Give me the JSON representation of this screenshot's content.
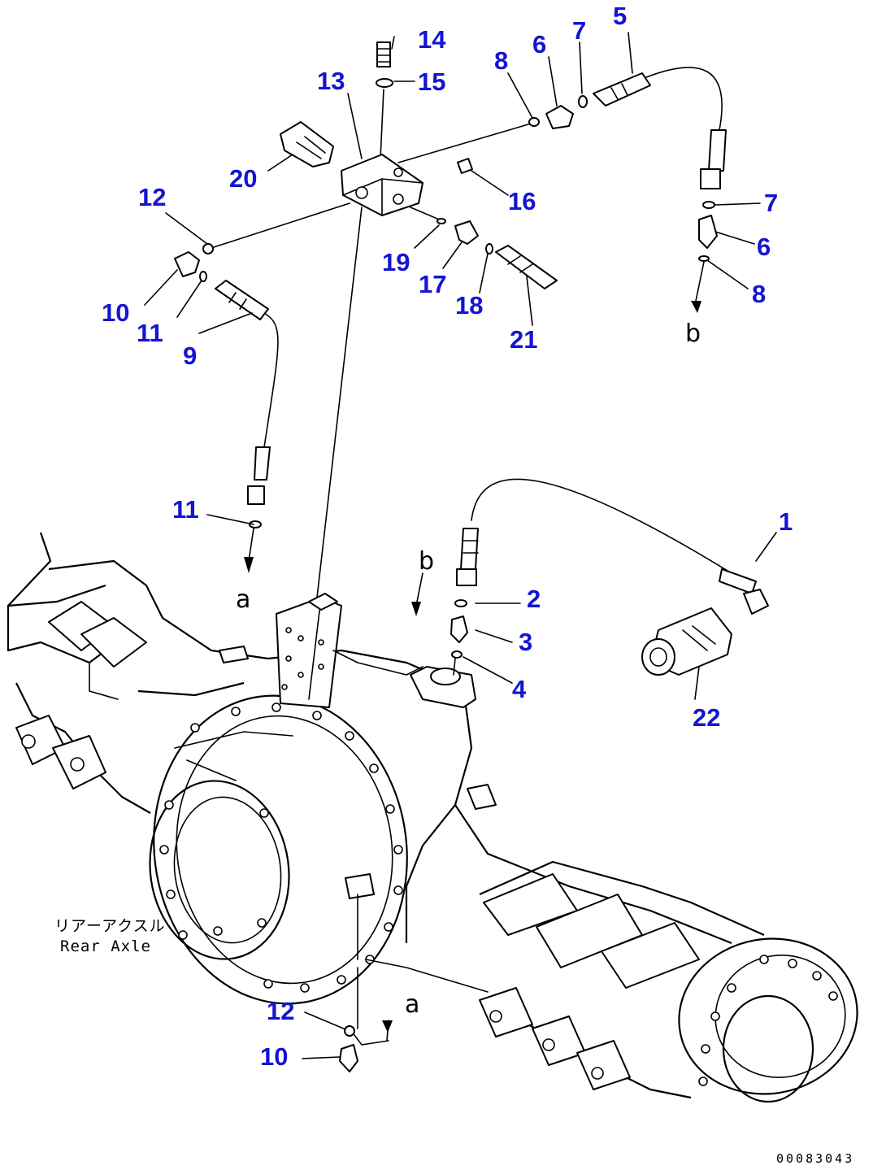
{
  "diagram": {
    "caption_jp": "リアーアクスル",
    "caption_en": "Rear Axle",
    "drawing_code": "00083043",
    "markers": {
      "a": "a",
      "b": "b"
    },
    "callouts": [
      "1",
      "2",
      "3",
      "4",
      "5",
      "6",
      "7",
      "8",
      "9",
      "10",
      "11",
      "12",
      "13",
      "14",
      "15",
      "16",
      "17",
      "18",
      "19",
      "20",
      "21",
      "22"
    ],
    "colors": {
      "callout": "#1414d2",
      "line": "#000000",
      "background": "#ffffff"
    }
  }
}
